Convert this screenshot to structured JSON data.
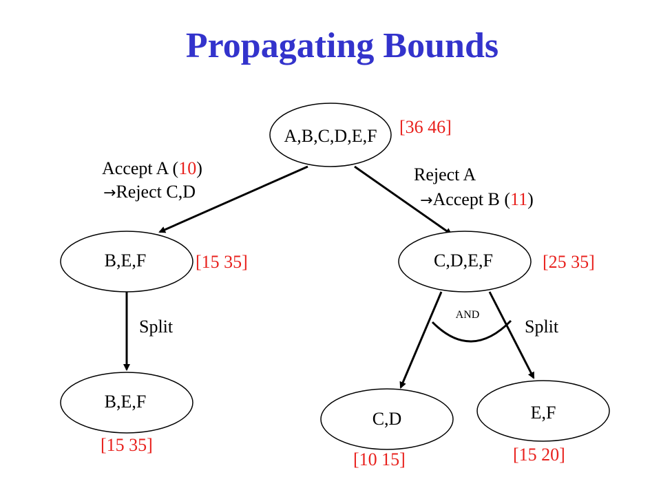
{
  "title": "Propagating Bounds",
  "colors": {
    "title": "#3333cc",
    "bound": "#e8201c",
    "text": "#000000"
  },
  "nodes": {
    "root": {
      "label": "A,B,C,D,E,F",
      "bound": "[36 46]"
    },
    "left": {
      "label": "B,E,F",
      "bound": "[15 35]"
    },
    "right": {
      "label": "C,D,E,F",
      "bound": "[25 35]"
    },
    "left_child": {
      "label": "B,E,F",
      "bound": "[15 35]"
    },
    "cd": {
      "label": "C,D",
      "bound": "[10 15]"
    },
    "ef": {
      "label": "E,F",
      "bound": "[15 20]"
    }
  },
  "edges": {
    "left_line1_prefix": "Accept A (",
    "left_line1_value": "10",
    "left_line1_suffix": ")",
    "left_arrow_symbol": "→",
    "left_line2": "Reject C,D",
    "right_line1": "Reject A",
    "right_arrow_symbol": "→",
    "right_line2_prefix": "Accept B (",
    "right_line2_value": "11",
    "right_line2_suffix": ")",
    "split_left": "Split",
    "split_right": "Split",
    "and_label": "AND"
  }
}
